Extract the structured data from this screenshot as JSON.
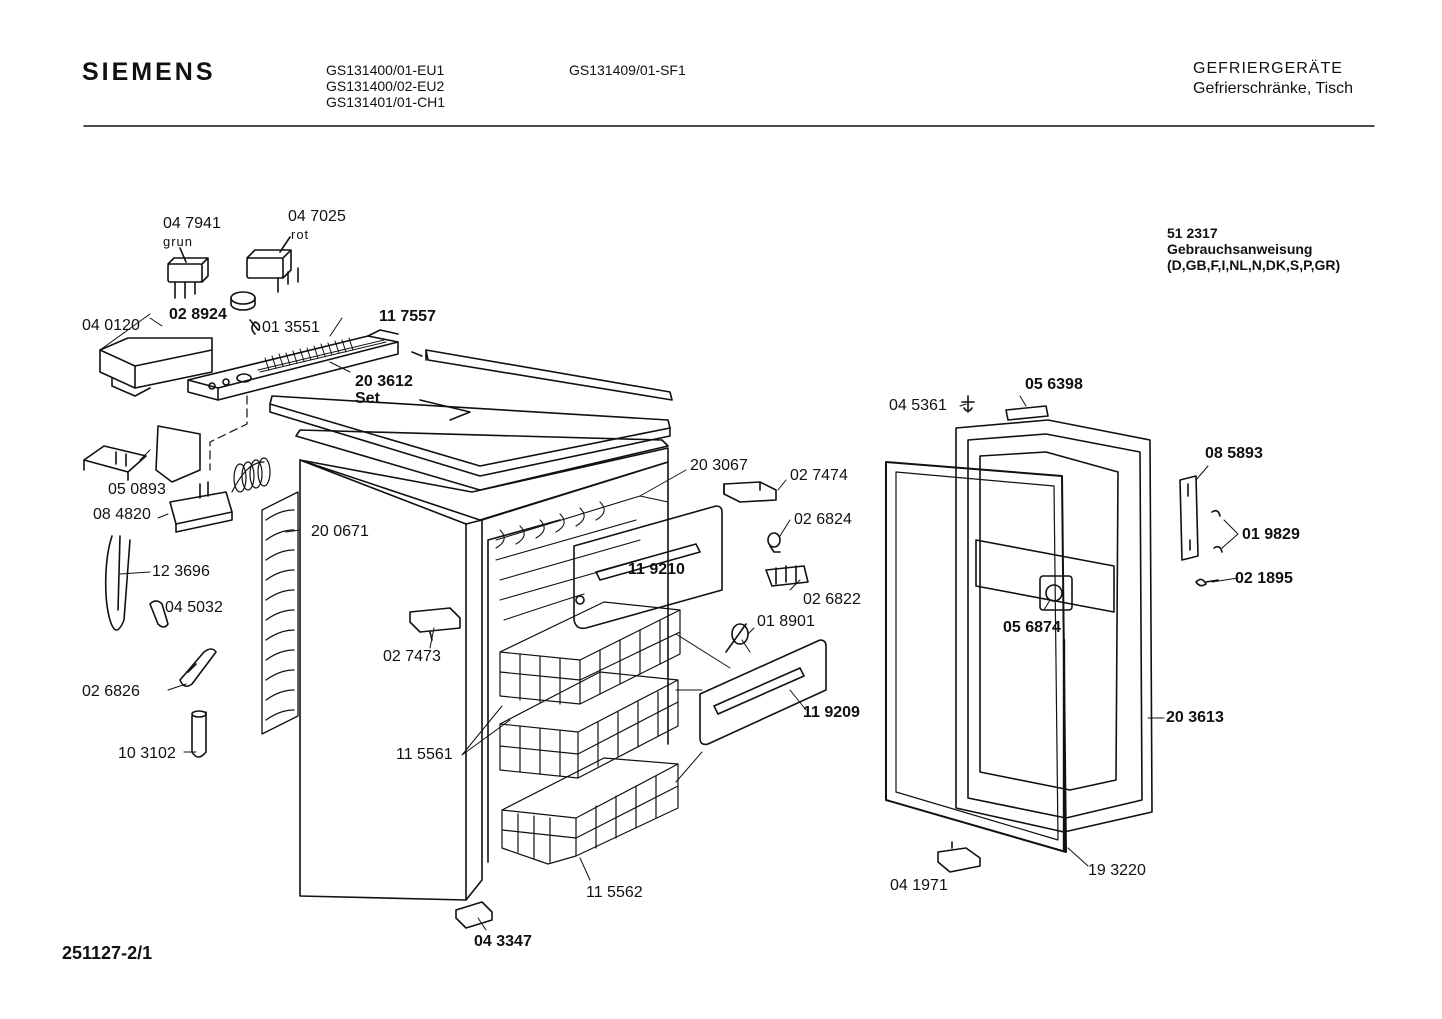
{
  "header": {
    "brand": "SIEMENS",
    "models_col1": [
      "GS131400/01-EU1",
      "GS131400/02-EU2",
      "GS131401/01-CH1"
    ],
    "models_col2": [
      "GS131409/01-SF1"
    ],
    "category": "GEFRIERGERÄTE",
    "subcategory": "Gefrierschränke, Tisch"
  },
  "manual": {
    "part_no": "51 2317",
    "title": "Gebrauchsanweisung",
    "languages": "(D,GB,F,I,NL,N,DK,S,P,GR)"
  },
  "parts": {
    "p047941": "04 7941",
    "p047941_color": "grun",
    "p047025": "04 7025",
    "p047025_color": "rot",
    "p028924": "02 8924",
    "p040120": "04 0120",
    "p013551": "01 3551",
    "p117557": "11 7557",
    "p203612": "20 3612",
    "p203612_note": "Set",
    "p050893": "05 0893",
    "p084820": "08 4820",
    "p200671": "20 0671",
    "p123696": "12 3696",
    "p045032": "04 5032",
    "p026826": "02 6826",
    "p103102": "10 3102",
    "p203067": "20 3067",
    "p027474": "02 7474",
    "p026824": "02 6824",
    "p119210": "11 9210",
    "p026822": "02 6822",
    "p027473": "02 7473",
    "p018901": "01 8901",
    "p119209": "11 9209",
    "p115561": "11 5561",
    "p115562": "11 5562",
    "p043347": "04 3347",
    "p045361": "04 5361",
    "p056398": "05 6398",
    "p085893": "08 5893",
    "p019829": "01 9829",
    "p021895": "02 1895",
    "p056874": "05 6874",
    "p203613": "20 3613",
    "p193220": "19 3220",
    "p041971": "04 1971"
  },
  "footer": {
    "document_no": "251127-2/1"
  }
}
